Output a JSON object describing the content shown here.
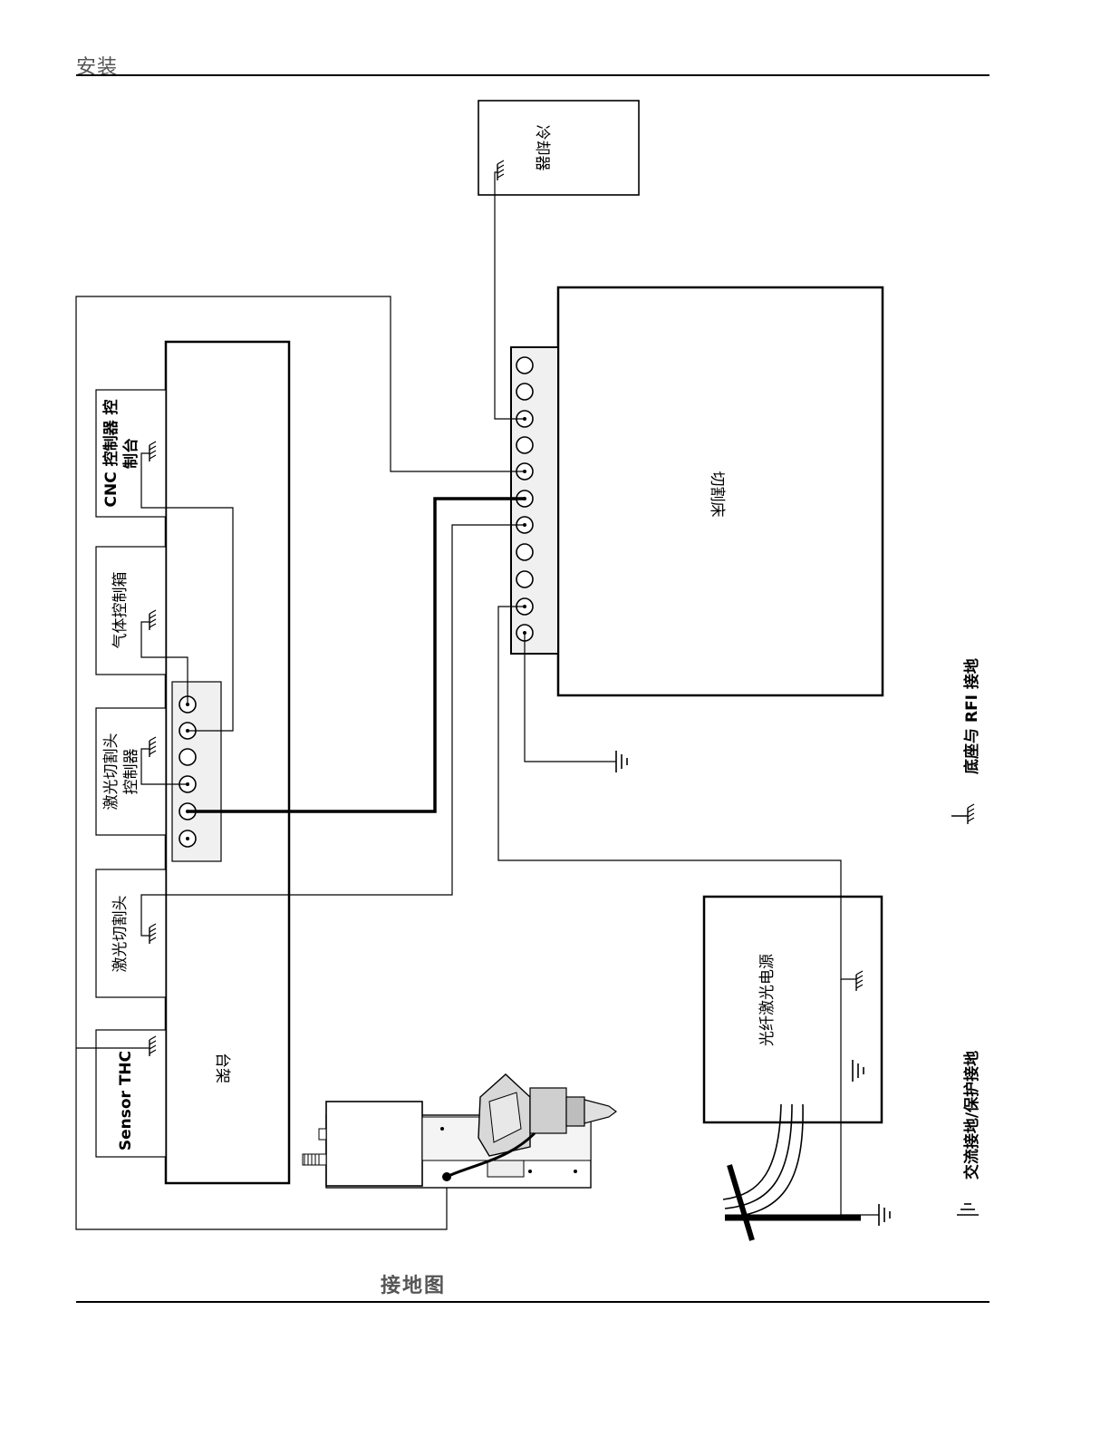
{
  "header": {
    "section": "安装"
  },
  "caption": "接地图",
  "components": {
    "cooler": "冷却器",
    "cutting_table": "切割床",
    "gantry": "台架",
    "cnc_line1": "CNC 控制器 控",
    "cnc_line2": "制台",
    "gas_console": "气体控制箱",
    "head_controller_line1": "激光切割头",
    "head_controller_line2": "控制器",
    "cutting_head": "激光切割头",
    "sensor_thc": "Sensor THC",
    "power_supply": "光纤激光电源"
  },
  "legend": {
    "chassis_rfi": "底座与 RFI 接地",
    "ac_earth": "交流接地/保护接地"
  }
}
